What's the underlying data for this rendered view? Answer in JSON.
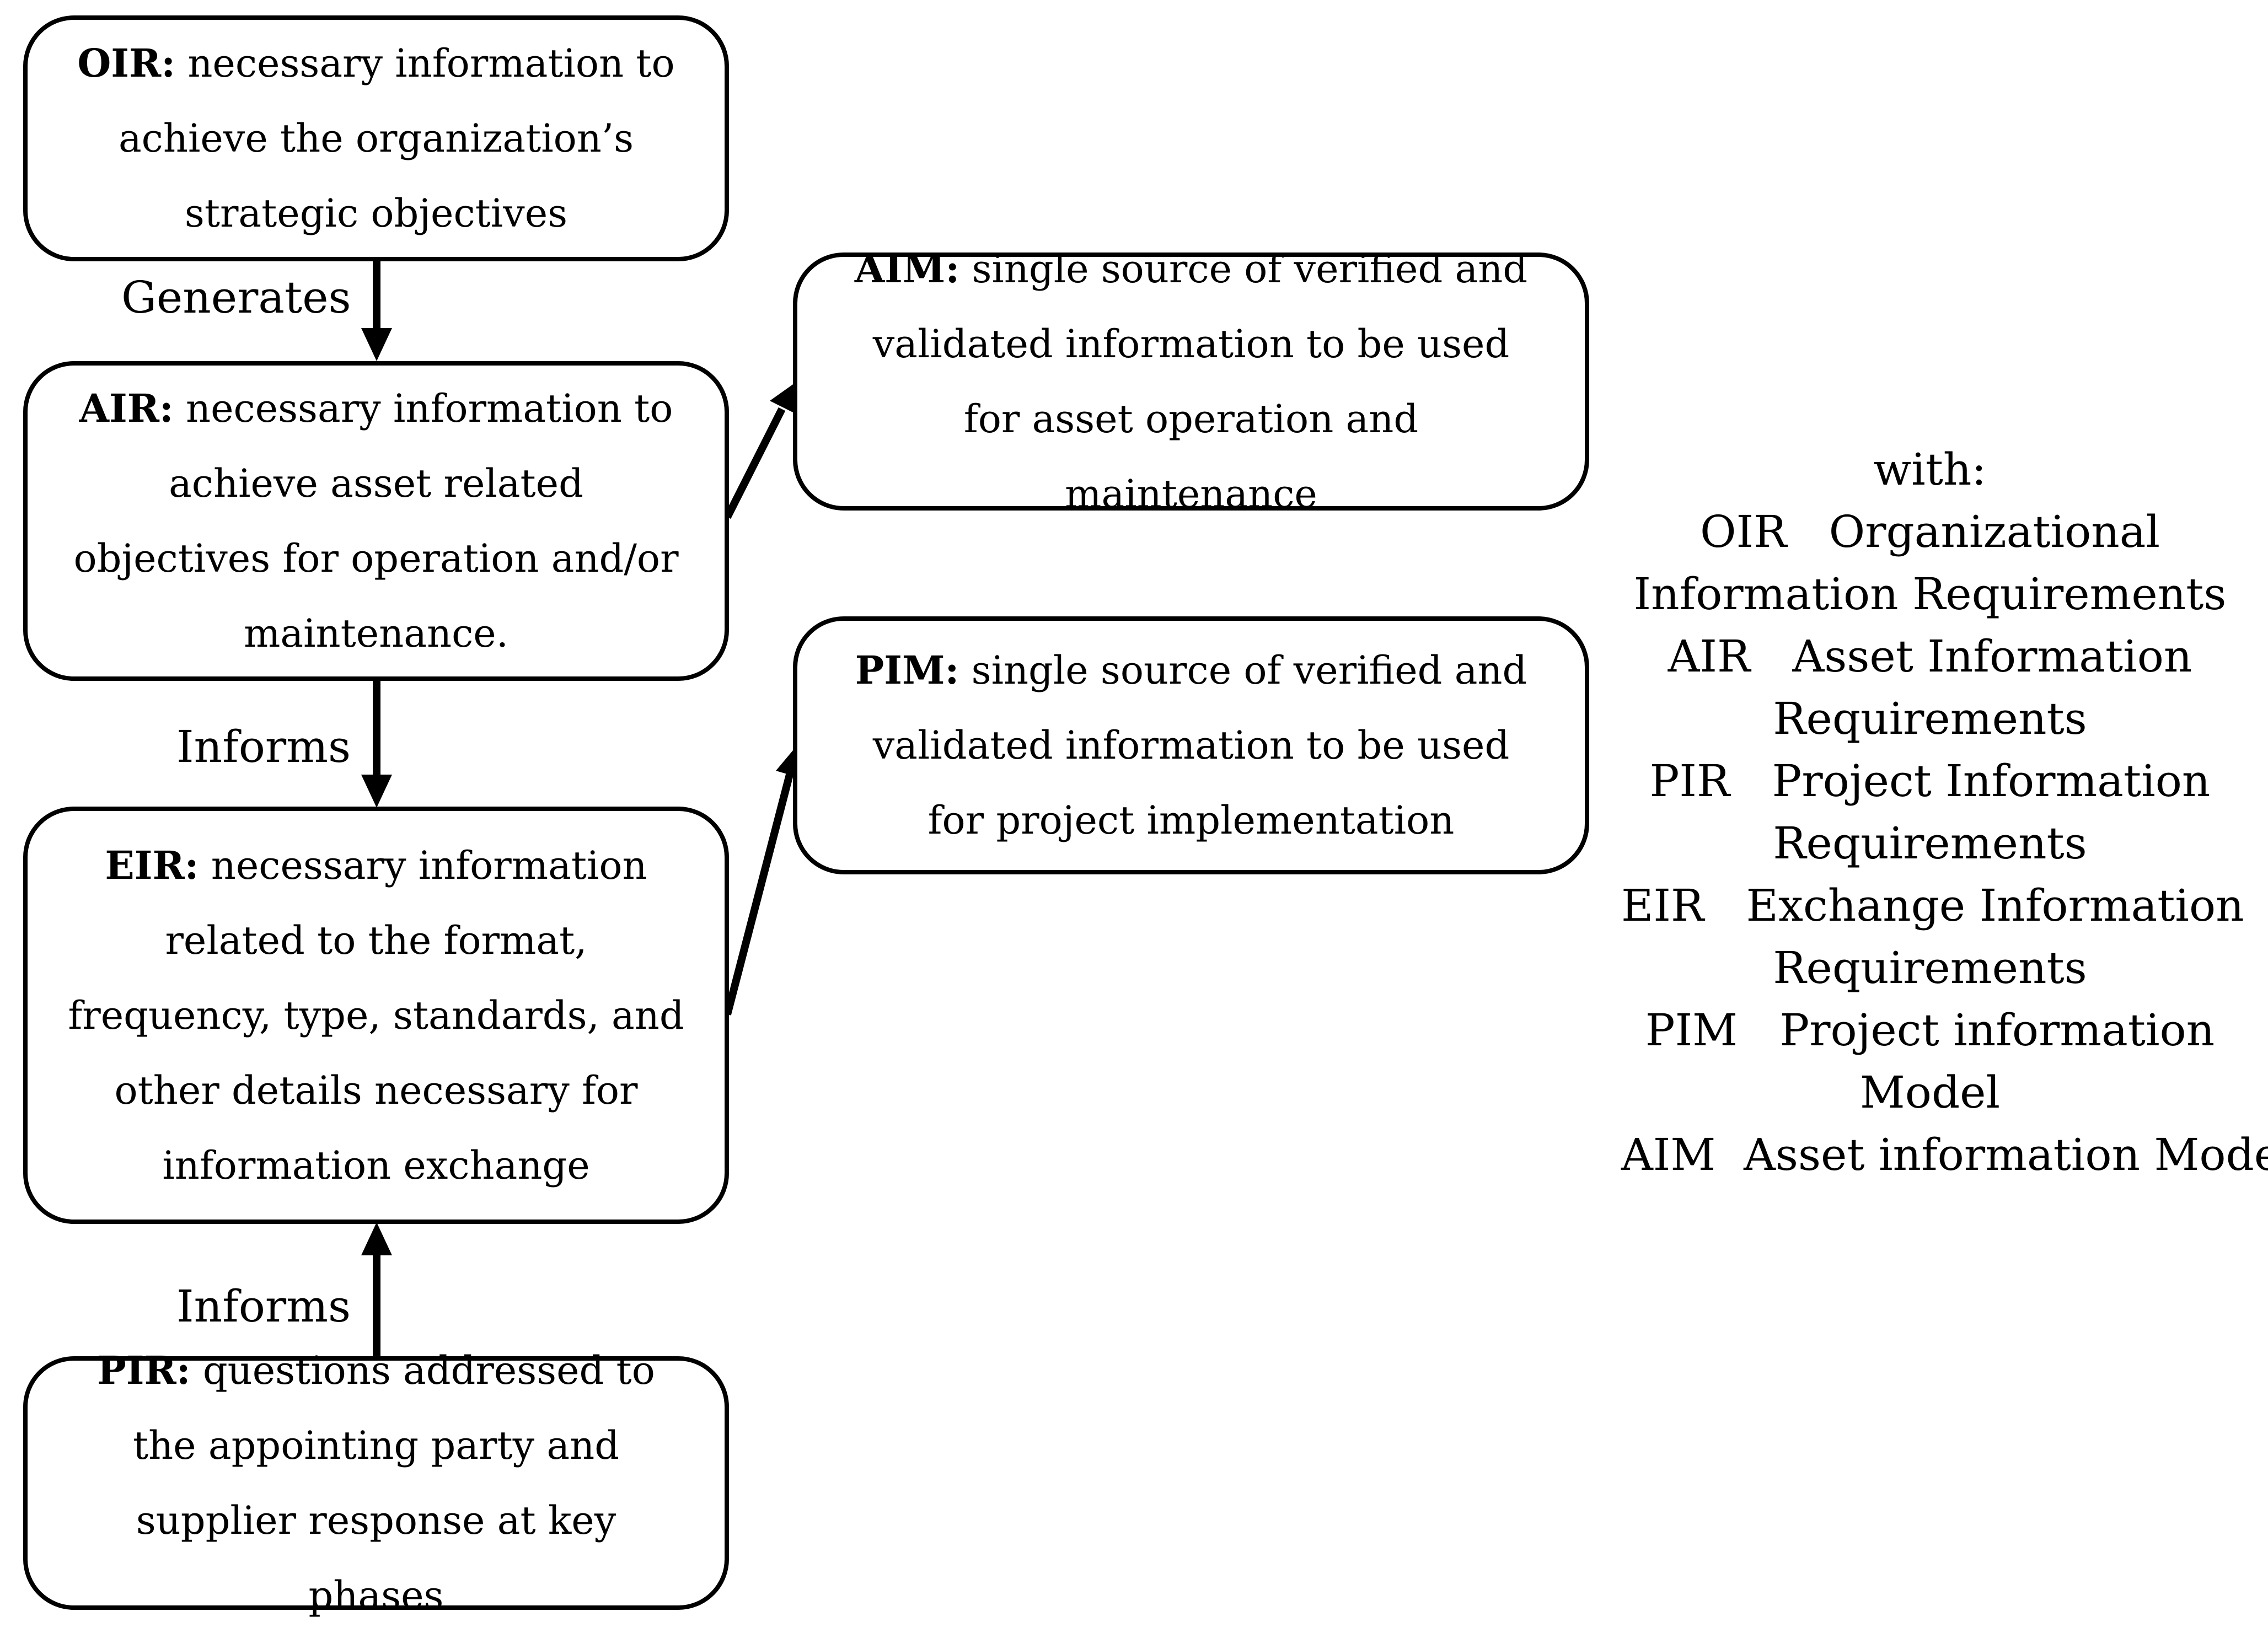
{
  "boxes": {
    "oir": {
      "key": "OIR:",
      "text": "necessary information to achieve the organization’s strategic objectives"
    },
    "air": {
      "key": "AIR:",
      "text": "necessary information to achieve asset related objectives for operation and/or maintenance."
    },
    "eir": {
      "key": "EIR:",
      "text": "necessary information related to the format, frequency, type, standards, and other details necessary for information exchange"
    },
    "pir": {
      "key": "PIR:",
      "text": "questions addressed to the appointing party and supplier response at key phases"
    },
    "aim": {
      "key": "AIM:",
      "text": "single source of verified and validated information to be used for asset operation and maintenance"
    },
    "pim": {
      "key": "PIM:",
      "text": "single source of verified and validated information to be used for project implementation"
    }
  },
  "edges": {
    "oir_air": "Generates",
    "air_eir": "Informs",
    "pir_eir": "Informs"
  },
  "legend": {
    "heading": "with:",
    "items": [
      {
        "abbr": "OIR",
        "line1": "Organizational",
        "line2": "Information Requirements"
      },
      {
        "abbr": "AIR",
        "line1": "Asset Information",
        "line2": "Requirements"
      },
      {
        "abbr": "PIR",
        "line1": "Project Information",
        "line2": "Requirements"
      },
      {
        "abbr": "EIR",
        "line1": "Exchange Information",
        "line2": "Requirements"
      },
      {
        "abbr": "PIM",
        "line1": "Project information",
        "line2": "Model"
      },
      {
        "abbr": "AIM",
        "line1": "Asset information Model",
        "line2": ""
      }
    ]
  }
}
